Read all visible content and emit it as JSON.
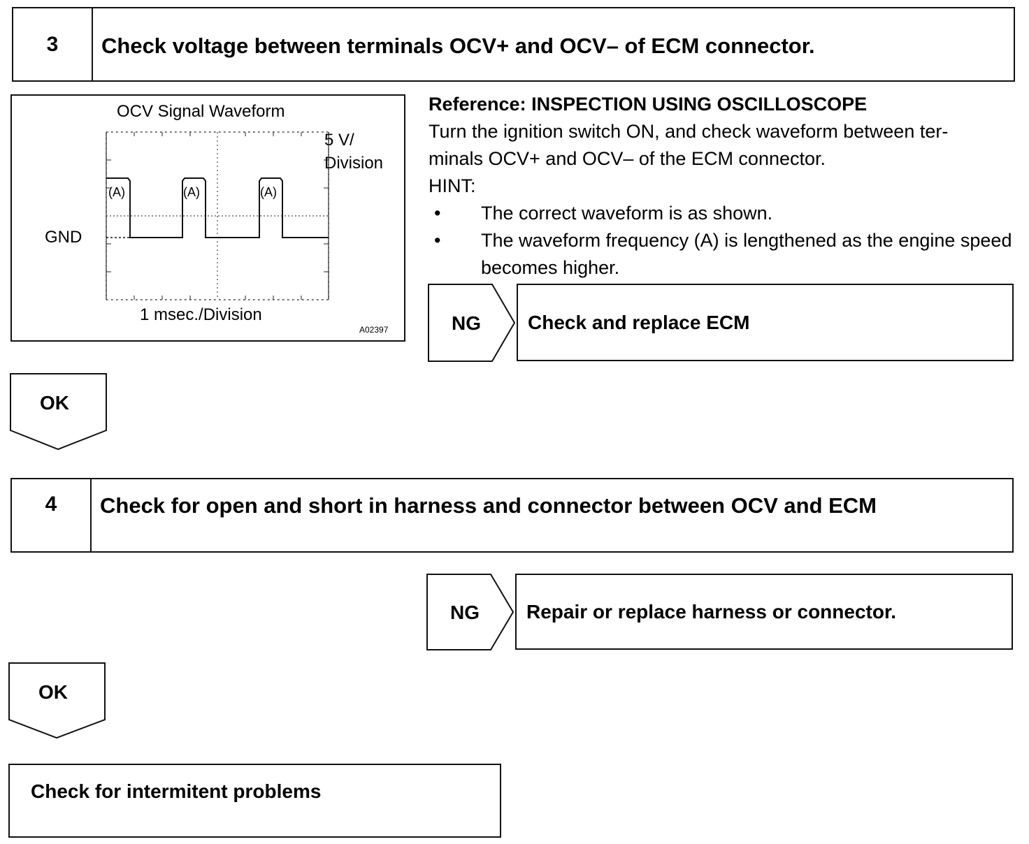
{
  "step3": {
    "number": "3",
    "title": "Check voltage between terminals OCV+ and OCV– of ECM connector."
  },
  "figure": {
    "title": "OCV Signal Waveform",
    "y_scale": [
      "5 V/",
      "Division"
    ],
    "x_scale": "1 msec./Division",
    "gnd_label": "GND",
    "marker": "(A)",
    "figure_id": "A02397"
  },
  "reference": {
    "heading": "Reference: INSPECTION USING OSCILLOSCOPE",
    "body_line1": "Turn the ignition switch ON, and check waveform between ter-",
    "body_line2": "minals OCV+ and OCV– of the ECM connector.",
    "hint": "HINT:",
    "bullets": [
      "The correct waveform is as shown.",
      "The waveform frequency (A) is lengthened as the engine speed becomes higher."
    ],
    "bullet_symbol": "•"
  },
  "ng1": {
    "label": "NG",
    "action": "Check and replace ECM"
  },
  "ok1": {
    "label": "OK"
  },
  "step4": {
    "number": "4",
    "title": "Check for open and short in harness and connector between OCV and ECM"
  },
  "ng2": {
    "label": "NG",
    "action": "Repair or replace harness or connector."
  },
  "ok2": {
    "label": "OK"
  },
  "final": {
    "action": "Check for intermitent problems"
  }
}
